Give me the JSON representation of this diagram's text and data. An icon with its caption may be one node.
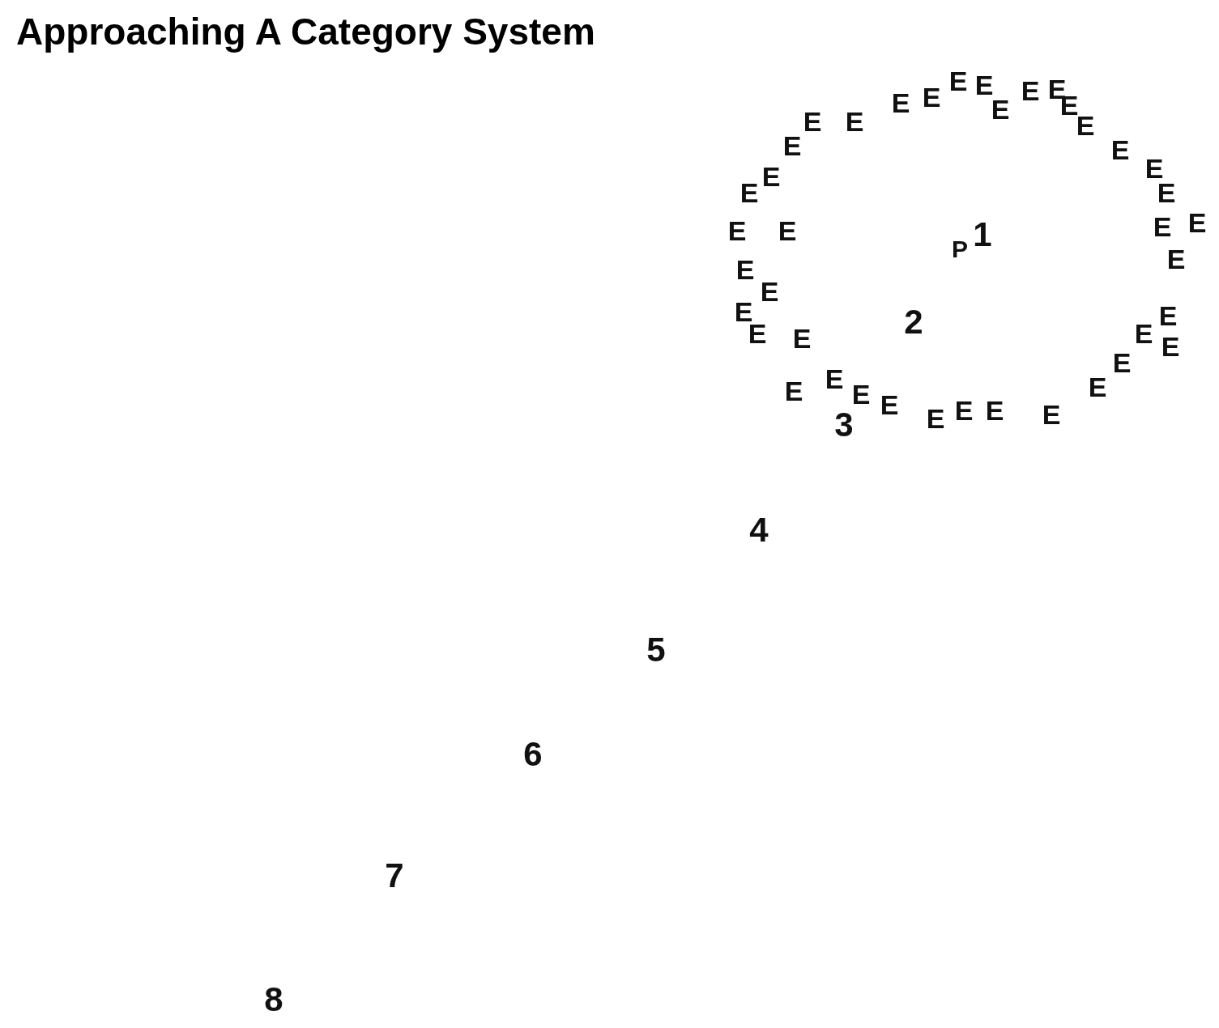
{
  "diagram": {
    "title": "Approaching A Category System",
    "labels": [
      "E",
      "E",
      "E",
      "E",
      "E",
      "E",
      "E",
      "E",
      "E",
      "E",
      "E",
      "E",
      "E",
      "E",
      "E",
      "E",
      "E",
      "E",
      "E",
      "E",
      "E",
      "1",
      "P",
      "E",
      "E",
      "E",
      "E",
      "E",
      "2",
      "E",
      "E",
      "E",
      "E",
      "E",
      "E",
      "E",
      "E",
      "E",
      "E",
      "E",
      "E",
      "E",
      "E",
      "3",
      "4",
      "5",
      "6",
      "7",
      "8"
    ]
  }
}
